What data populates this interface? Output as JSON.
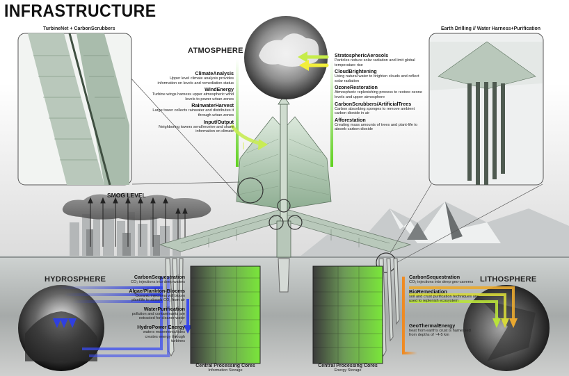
{
  "title": "INFRASTRUCTURE",
  "panels": {
    "left_title": "TurbineNet + CarbonScrubbers",
    "right_title": "Earth Drilling  //  Water Harness+Purification"
  },
  "smog_label": "SMOG LEVEL",
  "atmosphere": {
    "label": "ATMOSPHERE",
    "left_items": [
      {
        "heading": "ClimateAnalysis",
        "text": "Upper level climate analysis provides information on levels and remediation status"
      },
      {
        "heading": "WindEnergy",
        "text": "Turbine wings harness upper atmospheric wind levels to power urban zones"
      },
      {
        "heading": "RainwaterHarvest",
        "text": "Large tower collects rainwater and distributes it through urban zones"
      },
      {
        "heading": "Input/Output",
        "text": "Neighboring towers send/receive and share information on climate"
      }
    ],
    "right_items": [
      {
        "heading": "StratosphericAerosols",
        "text": "Particles reduce solar radiation and limit global temperature rise"
      },
      {
        "heading": "CloudBrightening",
        "text": "Using natural water to brighten clouds and reflect solar radiation"
      },
      {
        "heading": "OzoneRestoration",
        "text": "Atmospheric replenishing process to restore ozone levels and upper atmosphere"
      },
      {
        "heading": "CarbonScrubbers/ArtificialTrees",
        "text": "Carbon absorbing sponges to remove ambient carbon dioxide in air"
      },
      {
        "heading": "Afforestation",
        "text": "Creating mass amounts of trees and plant-life to absorb carbon dioxide"
      }
    ]
  },
  "hydrosphere": {
    "label": "HYDROSPHERE",
    "items": [
      {
        "heading": "CarbonSequestration",
        "text": "CO₂ injections into deep waters"
      },
      {
        "heading": "Algae/Plankton-Blooms",
        "text": "Oceanic injections will bloom plantlife to absorb CO₂ from air"
      },
      {
        "heading": "WaterPurification",
        "text": "pollution and contaminants are extracted for cleaner water"
      },
      {
        "heading": "HydroPower Energy",
        "text": "waters movements/tides creates energy through turbines"
      }
    ]
  },
  "lithosphere": {
    "label": "LITHOSPHERE",
    "items": [
      {
        "heading": "CarbonSequestration",
        "text": "CO₂ injections into deep geo-caverns"
      },
      {
        "heading": "BioRemediation",
        "text": "soil and crust purification techniques are used to replenish ecosystem"
      },
      {
        "heading": "GeoThermalEnergy",
        "text": "heat from earth's crust is harnessed from depths of ~4-5 km"
      }
    ]
  },
  "cores": [
    {
      "heading": "Central Processing Cores",
      "text": "Information Storage"
    },
    {
      "heading": "Central Processing Cores",
      "text": "Energy Storage"
    }
  ],
  "colors": {
    "green": "#5fd21e",
    "blue": "#2f3fe0",
    "yellow": "#f2ee3a",
    "orange": "#f08a20"
  }
}
